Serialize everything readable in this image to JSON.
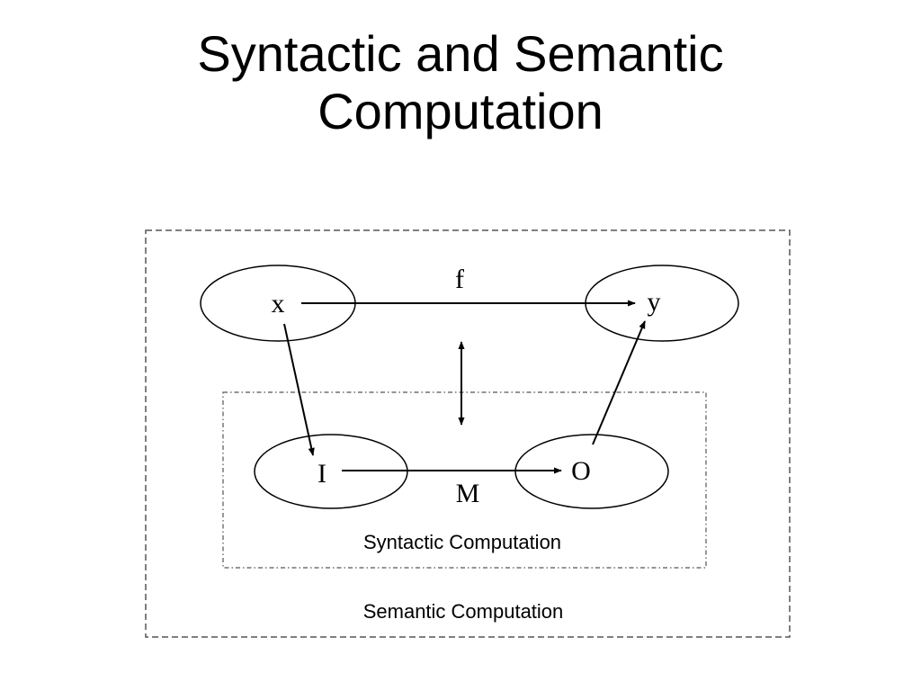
{
  "title": {
    "line1": "Syntactic and Semantic",
    "line2": "Computation"
  },
  "diagram": {
    "nodes": {
      "x": "x",
      "y": "y",
      "input": "I",
      "output": "O"
    },
    "edges": {
      "f": "f",
      "m": "M"
    },
    "regions": {
      "syntactic": "Syntactic Computation",
      "semantic": "Semantic Computation"
    }
  },
  "colors": {
    "stroke": "#000000",
    "background": "#ffffff"
  }
}
